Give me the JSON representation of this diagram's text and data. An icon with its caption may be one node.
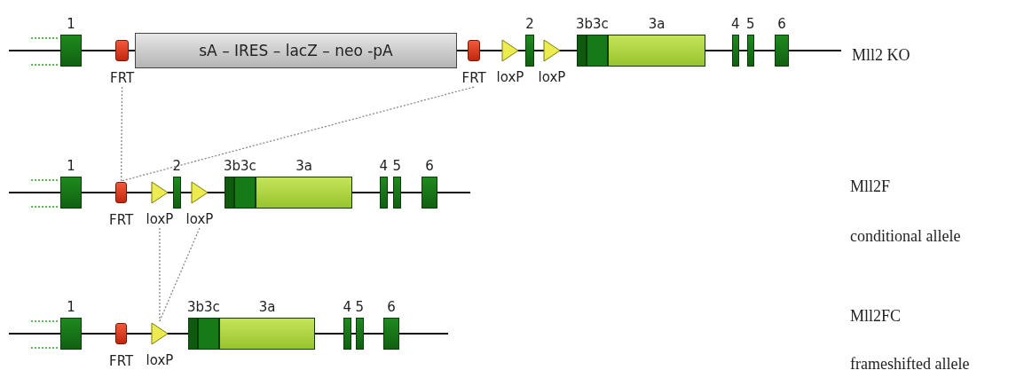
{
  "diagram": {
    "nodes": [
      {
        "text": [
          "1"
        ]
      },
      {
        "text": [
          "FRT"
        ]
      },
      {
        "text": [
          "sA – IRES – lacZ – neo -pA"
        ]
      },
      {
        "text": [
          "FRT"
        ]
      },
      {
        "text": [
          "loxP"
        ]
      },
      {
        "text": [
          "2"
        ]
      },
      {
        "text": [
          "loxP"
        ]
      },
      {
        "text": [
          "3b3c"
        ]
      },
      {
        "text": [
          "3a"
        ]
      },
      {
        "text": [
          "4"
        ]
      },
      {
        "text": [
          "5"
        ]
      },
      {
        "text": [
          "6"
        ]
      },
      {
        "text": [
          "1"
        ]
      },
      {
        "text": [
          "FRT"
        ]
      },
      {
        "text": [
          "loxP"
        ]
      },
      {
        "text": [
          "2"
        ]
      },
      {
        "text": [
          "loxP"
        ]
      },
      {
        "text": [
          "3b3c"
        ]
      },
      {
        "text": [
          "3a"
        ]
      },
      {
        "text": [
          "4"
        ]
      },
      {
        "text": [
          "5"
        ]
      },
      {
        "text": [
          "6"
        ]
      },
      {
        "text": [
          "1"
        ]
      },
      {
        "text": [
          "FRT"
        ]
      },
      {
        "text": [
          "loxP"
        ]
      },
      {
        "text": [
          "3b3c"
        ]
      },
      {
        "text": [
          "3a"
        ]
      },
      {
        "text": [
          "4"
        ]
      },
      {
        "text": [
          "5"
        ]
      },
      {
        "text": [
          "6"
        ]
      }
    ],
    "edges": [
      {
        "from": 1,
        "to": 13,
        "arrow": "none",
        "style": "dashed"
      },
      {
        "from": 3,
        "to": 13,
        "arrow": "none",
        "style": "dashed"
      },
      {
        "from": 14,
        "to": 24,
        "arrow": "none",
        "style": "dashed"
      },
      {
        "from": 16,
        "to": 24,
        "arrow": "none",
        "style": "dashed"
      }
    ],
    "labels": [
      "Mll2 KO",
      "Mll2F",
      "conditional allele",
      "Mll2FC",
      "frameshifted allele"
    ]
  }
}
